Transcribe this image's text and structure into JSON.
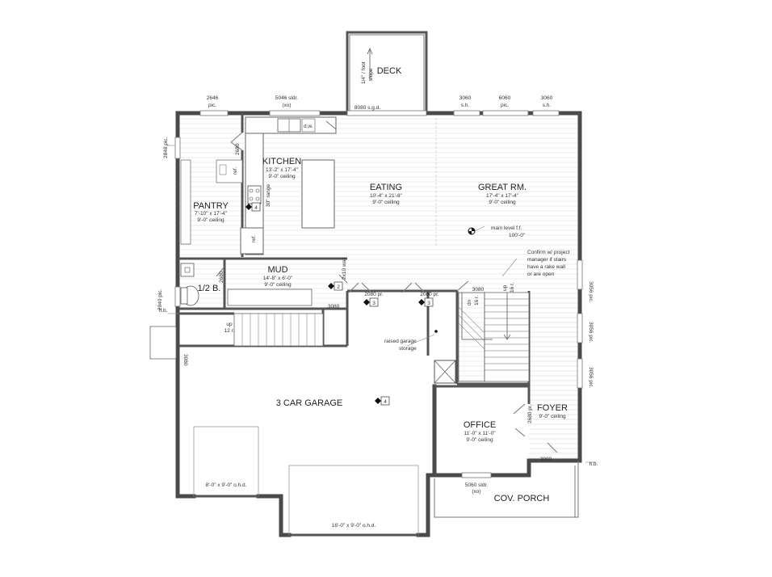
{
  "rooms": {
    "deck": {
      "name": "DECK"
    },
    "kitchen": {
      "name": "KITCHEN",
      "size": "13'-2\" x 17'-4\"",
      "ceiling": "9'-0\" ceiling"
    },
    "eating": {
      "name": "EATING",
      "size": "10'-4\" x 21'-8\"",
      "ceiling": "9'-0\" ceiling"
    },
    "great_rm": {
      "name": "GREAT RM.",
      "size": "17'-4\" x 17'-4\"",
      "ceiling": "9'-0\" ceiling"
    },
    "pantry": {
      "name": "PANTRY",
      "size": "7'-10\" x 17'-4\"",
      "ceiling": "9'-0\" ceiling"
    },
    "mud": {
      "name": "MUD",
      "size": "14'-8\" x 6'-0\"",
      "ceiling": "9'-0\" ceiling"
    },
    "half_bath": {
      "name": "1/2 B."
    },
    "garage": {
      "name": "3 CAR GARAGE"
    },
    "office": {
      "name": "OFFICE",
      "size": "11'-0\" x 11'-0\"",
      "ceiling": "9'-0\" ceiling"
    },
    "foyer": {
      "name": "FOYER",
      "ceiling": "9'-0\" ceiling"
    },
    "porch": {
      "name": "COV. PORCH"
    }
  },
  "windows": {
    "w2646": {
      "size": "2646",
      "type": "pic."
    },
    "w5046": {
      "size": "5046 sldr.",
      "type": "(xo)"
    },
    "w8080": {
      "label": "8080 s.g.d."
    },
    "w3060a": {
      "size": "3060",
      "type": "s.h."
    },
    "w6060": {
      "size": "6060",
      "type": "pic."
    },
    "w3060b": {
      "size": "3060",
      "type": "s.h."
    },
    "w2848": {
      "label": "2848 pic."
    },
    "w2040": {
      "label": "2040 pic."
    },
    "w3056a": {
      "label": "3056 pic."
    },
    "w3056b": {
      "label": "3056 pic."
    },
    "w3056c": {
      "label": "3056 pic."
    },
    "w5060": {
      "size": "5060 sldr.",
      "type": "(xo)"
    }
  },
  "doors": {
    "d2680_kitchen": "2680",
    "d2680_bath": "2680",
    "d2x10": "2x10 wall",
    "d3080_mud": "3080",
    "d2080a": "2080 pr.",
    "d2080b": "2080 pr.",
    "d3080_stair": "3080",
    "d3080_garage": "3080",
    "d2680_office": "2680 pr.",
    "d3080_front": "3080",
    "ohd_8": "8'-0\" x 9'-0\" o.h.d.",
    "ohd_16": "16'-0\" x 9'-0\" o.h.d."
  },
  "notes": {
    "deck_slope_1": "1/4\" / foot",
    "deck_slope_2": "slope",
    "main_level": "main level f.f.",
    "main_level_elev": "100'-0\"",
    "confirm_1": "Confirm w/ project",
    "confirm_2": "manager if stairs",
    "confirm_3": "have a rake wall",
    "confirm_4": "or are open",
    "raised_1": "raised garage",
    "raised_2": "storage",
    "ref_1": "ref.",
    "ref_2": "ref.",
    "range": "30\" range",
    "dw": "d.w.",
    "up_garage_1": "up",
    "up_garage_2": "12 r.",
    "up_stair_1": "up",
    "up_stair_2": "16 r.",
    "dn_1": "dn",
    "dn_2": "16 r.",
    "hb_left": "h.b.",
    "hb_right": "h.b."
  },
  "tags": {
    "t4_kitchen": "4",
    "t2_mud": "2",
    "t3a": "3",
    "t3b": "3",
    "t4_garage": "4"
  }
}
